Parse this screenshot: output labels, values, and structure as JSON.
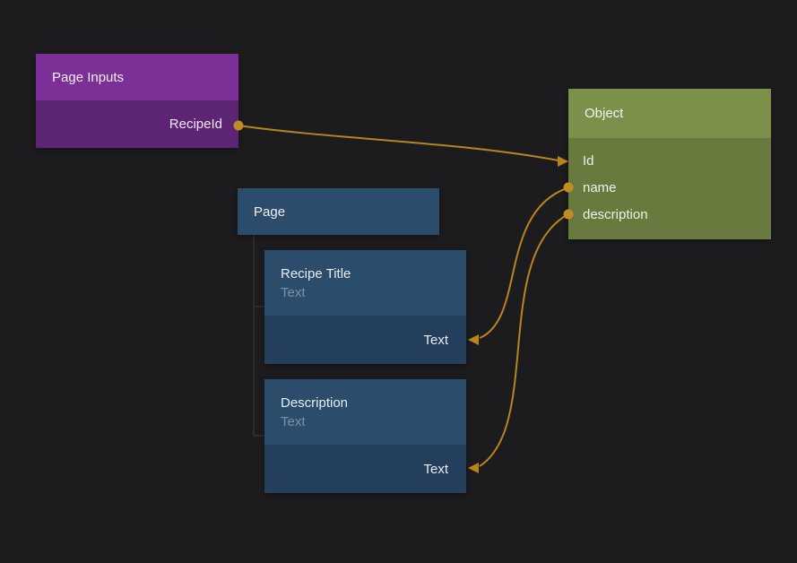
{
  "editor": {
    "background": "#1c1c1e"
  },
  "nodes": {
    "page_inputs": {
      "title": "Page Inputs",
      "output_label": "RecipeId"
    },
    "object": {
      "title": "Object",
      "fields": [
        "Id",
        "name",
        "description"
      ]
    },
    "page": {
      "title": "Page"
    },
    "recipe_title": {
      "title": "Recipe Title",
      "subtitle": "Text",
      "port_label": "Text"
    },
    "description": {
      "title": "Description",
      "subtitle": "Text",
      "port_label": "Text"
    }
  },
  "connections": [
    {
      "from": "Page Inputs / RecipeId",
      "to": "Object / Id"
    },
    {
      "from": "Object / name",
      "to": "Recipe Title / Text"
    },
    {
      "from": "Object / description",
      "to": "Description / Text"
    }
  ],
  "colors": {
    "connection": "#b9841e",
    "connection_dot": "#bf8d24",
    "purple_header": "#7c2f97",
    "purple_body": "#5d2473",
    "green_header": "#7c8f4b",
    "green_body": "#697a3f",
    "blue_header": "#2b4c6b",
    "blue_port": "#233f5b",
    "background": "#1c1c1e"
  }
}
